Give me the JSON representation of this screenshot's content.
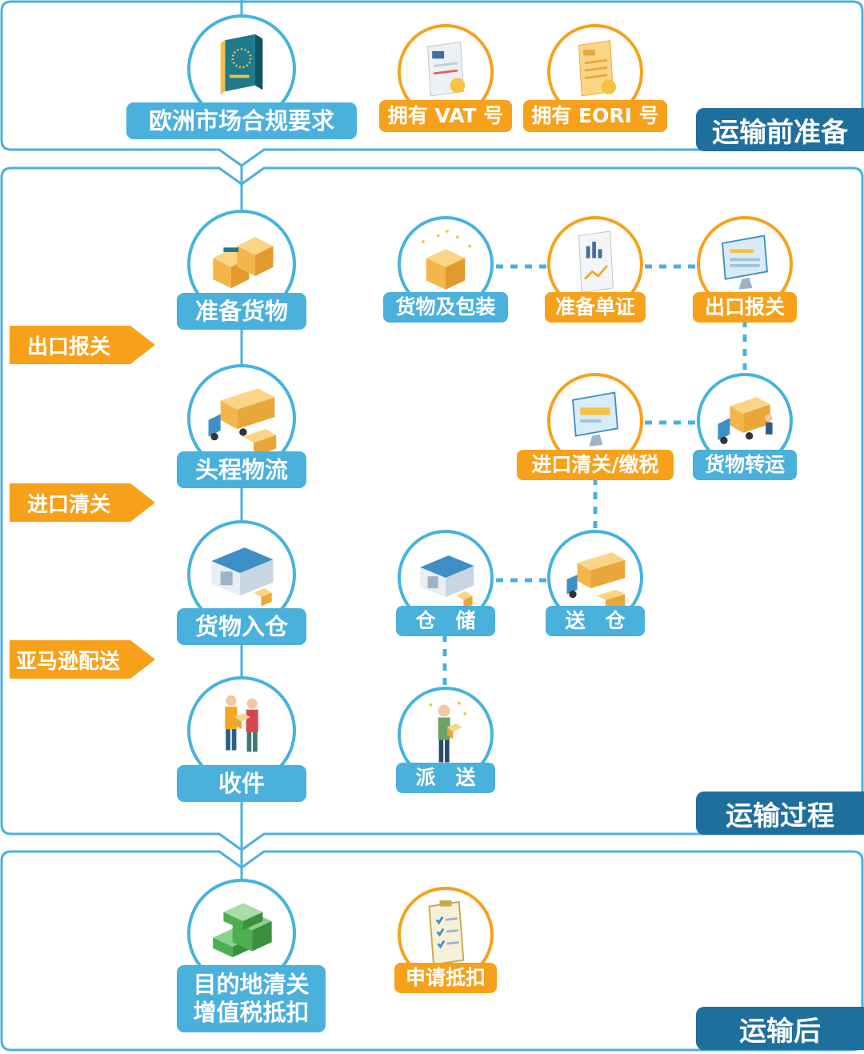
{
  "colors": {
    "blue": "#45b3dd",
    "orange": "#f7a11a",
    "navy": "#1f6f9c",
    "panel_border": "#4ab0dc"
  },
  "panels": {
    "before": "运输前准备",
    "during": "运输过程",
    "after": "运输后"
  },
  "main_steps": [
    {
      "id": "eu",
      "label": "欧洲市场合规要求",
      "icon": "eu-book-icon"
    },
    {
      "id": "prepare",
      "label": "准备货物",
      "icon": "boxes-icon"
    },
    {
      "id": "firstleg",
      "label": "头程物流",
      "icon": "trucks-icon"
    },
    {
      "id": "warehouse",
      "label": "货物入仓",
      "icon": "warehouse-icon"
    },
    {
      "id": "receive",
      "label": "收件",
      "icon": "handover-icon"
    },
    {
      "id": "dest",
      "label": "目的地清关\n增值税抵扣",
      "icon": "money-stack-icon"
    }
  ],
  "requirements": [
    {
      "id": "vat",
      "label": "拥有 VAT 号",
      "icon": "vat-document-icon"
    },
    {
      "id": "eori",
      "label": "拥有 EORI 号",
      "icon": "eori-document-icon"
    }
  ],
  "side_arrows": [
    {
      "id": "export",
      "label": "出口报关"
    },
    {
      "id": "import",
      "label": "进口清关"
    },
    {
      "id": "amazon",
      "label": "亚马逊配送"
    }
  ],
  "flow": [
    {
      "id": "pack",
      "label": "货物及包装",
      "icon": "package-icon",
      "style": "blue"
    },
    {
      "id": "docs",
      "label": "准备单证",
      "icon": "document-chart-icon",
      "style": "orange"
    },
    {
      "id": "exportcustoms",
      "label": "出口报关",
      "icon": "monitor-icon",
      "style": "blue"
    },
    {
      "id": "transfer",
      "label": "货物转运",
      "icon": "truck-loading-icon",
      "style": "blue"
    },
    {
      "id": "importtax",
      "label": "进口清关/缴税",
      "icon": "monitor-form-icon",
      "style": "orange"
    },
    {
      "id": "tostore",
      "label": "送　仓",
      "icon": "trucks-icon",
      "style": "blue"
    },
    {
      "id": "storage",
      "label": "仓　储",
      "icon": "warehouse-icon",
      "style": "blue"
    },
    {
      "id": "delivery",
      "label": "派　送",
      "icon": "courier-icon",
      "style": "blue"
    }
  ],
  "after_step": {
    "label": "申请抵扣",
    "icon": "clipboard-checklist-icon"
  }
}
